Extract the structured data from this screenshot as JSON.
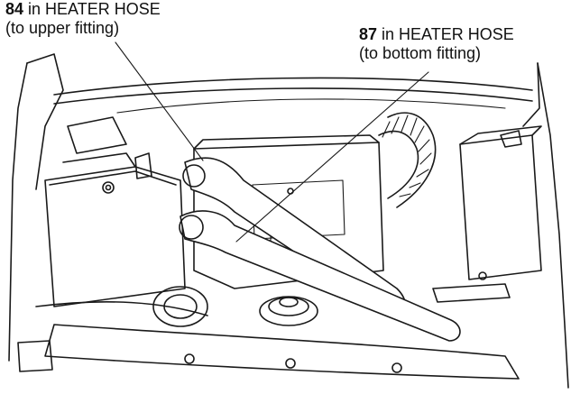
{
  "callouts": [
    {
      "number": "84",
      "text": " in HEATER HOSE",
      "note": "(to upper fitting)"
    },
    {
      "number": "87",
      "text": " in HEATER HOSE",
      "note": "(to bottom fitting)"
    }
  ]
}
